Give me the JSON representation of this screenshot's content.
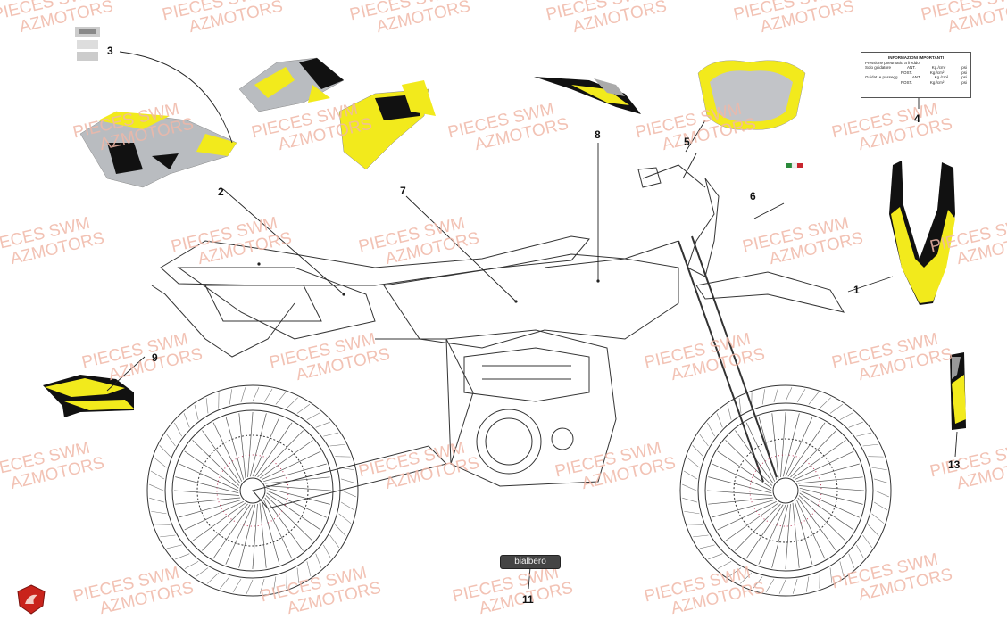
{
  "watermark": {
    "line1": "PIECES SWM",
    "line2": "AZMOTORS"
  },
  "callouts": [
    "1",
    "2",
    "3",
    "4",
    "5",
    "6",
    "7",
    "8",
    "9",
    "11",
    "13"
  ],
  "info_sticker": {
    "title": "INFORMAZIONI IMPORTANTI",
    "subtitle": "Pressione pneumatici a freddo",
    "row1_label": "Solo guidatore",
    "row1_ant": "ANT.",
    "row1_post": "POST.",
    "row2_label": "Guidat. e passegg.",
    "row2_ant": "ANT.",
    "row2_post": "POST.",
    "unit_kg": "Kg./cm²",
    "unit_psi": "psi"
  },
  "badge_text": "bialbero",
  "colors": {
    "decal_yellow": "#f2ea1c",
    "decal_black": "#111111",
    "decal_grey": "#b9bcc0",
    "watermark": "#f0b8a8",
    "logo_red": "#c9241c"
  }
}
